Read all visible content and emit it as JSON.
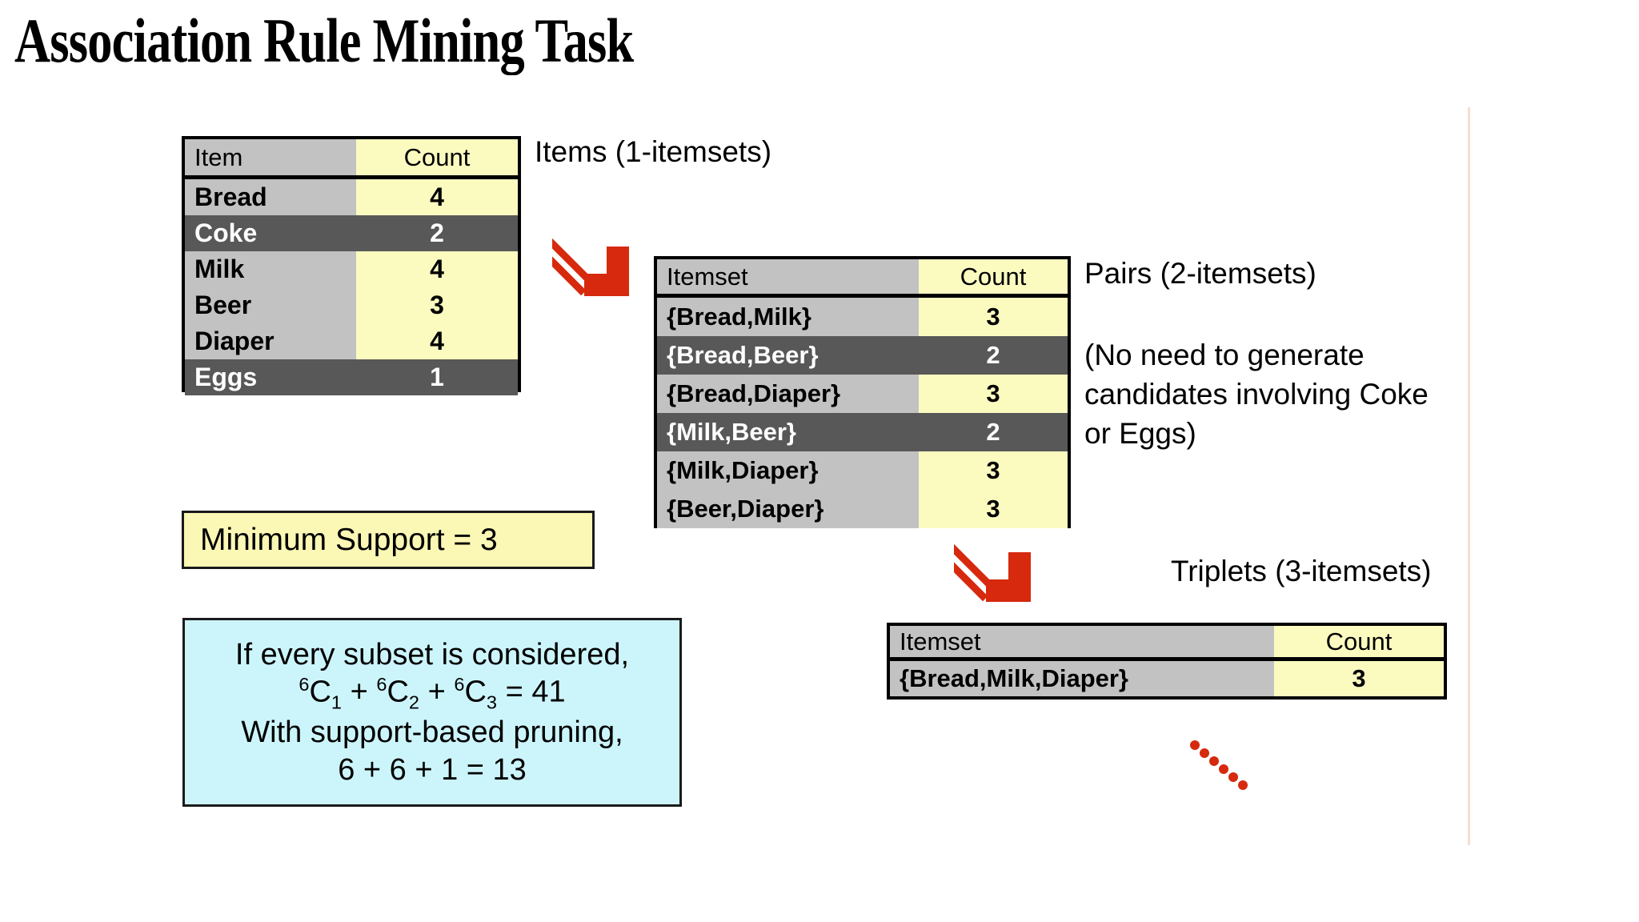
{
  "slide": {
    "title": "Association Rule Mining Task",
    "background": "#ffffff",
    "edge_rule_color": "#f7ddd0"
  },
  "palette": {
    "gray": "#c2c2c2",
    "yellow": "#fbfbc0",
    "dark": "#585858",
    "minsup_yellow": "#fbf7b4",
    "pruning_cyan": "#ccf5fb",
    "arrow_red": "#d6290d"
  },
  "tables": {
    "items": {
      "columns": [
        "Item",
        "Count"
      ],
      "rows": [
        {
          "item": "Bread",
          "count": "4",
          "pruned": false
        },
        {
          "item": "Coke",
          "count": "2",
          "pruned": true
        },
        {
          "item": "Milk",
          "count": "4",
          "pruned": false
        },
        {
          "item": "Beer",
          "count": "3",
          "pruned": false
        },
        {
          "item": "Diaper",
          "count": "4",
          "pruned": false
        },
        {
          "item": "Eggs",
          "count": "1",
          "pruned": true
        }
      ]
    },
    "pairs": {
      "columns": [
        "Itemset",
        "Count"
      ],
      "rows": [
        {
          "item": "{Bread,Milk}",
          "count": "3",
          "pruned": false
        },
        {
          "item": "{Bread,Beer}",
          "count": "2",
          "pruned": true
        },
        {
          "item": "{Bread,Diaper}",
          "count": "3",
          "pruned": false
        },
        {
          "item": "{Milk,Beer}",
          "count": "2",
          "pruned": true
        },
        {
          "item": "{Milk,Diaper}",
          "count": "3",
          "pruned": false
        },
        {
          "item": "{Beer,Diaper}",
          "count": "3",
          "pruned": false
        }
      ]
    },
    "triplets": {
      "columns": [
        "Itemset",
        "Count"
      ],
      "rows": [
        {
          "item": "{Bread,Milk,Diaper}",
          "count": "3",
          "pruned": false
        }
      ]
    }
  },
  "annotations": {
    "items_label": "Items (1-itemsets)",
    "pairs_label": "Pairs (2-itemsets)",
    "triplets_label": "Triplets (3-itemsets)",
    "no_generate_note_line1": "(No need to generate",
    "no_generate_note_line2": "candidates involving Coke",
    "no_generate_note_line3": "or Eggs)"
  },
  "minimum_support": {
    "text": "Minimum Support = 3"
  },
  "pruning": {
    "line1": "If every subset is considered,",
    "formula_c1_sup": "6",
    "formula_c1_base": "C",
    "formula_c1_sub": "1",
    "plus_1": "+",
    "formula_c2_sup": "6",
    "formula_c2_base": "C",
    "formula_c2_sub": "2",
    "plus_2": "+",
    "formula_c3_sup": "6",
    "formula_c3_base": "C",
    "formula_c3_sub": "3",
    "equals": "= 41",
    "line3": "With support-based pruning,",
    "line4": "6 + 6 + 1 = 13"
  }
}
